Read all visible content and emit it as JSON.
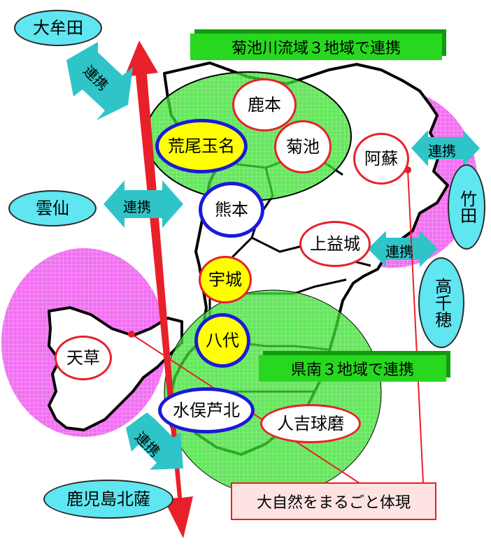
{
  "regions": {
    "omuta": "大牟田",
    "unzen": "雲仙",
    "takeda": "竹田",
    "takachiho": "高千穂",
    "kagoshima_hokusatsu": "鹿児島北薩",
    "kamoto": "鹿本",
    "kikuchi": "菊池",
    "aso": "阿蘇",
    "arao_tamana": "荒尾玉名",
    "kumamoto": "熊本",
    "kamimashiki": "上益城",
    "uki": "宇城",
    "yatsushiro": "八代",
    "amakusa": "天草",
    "minamata_ashikita": "水俣芦北",
    "hitoyoshi_kuma": "人吉球磨"
  },
  "labels": {
    "kikuchi_basin": "菊池川流域３地域で連携",
    "kennan": "県南３地域で連携",
    "nature": "大自然をまるごと体現",
    "renkei": "連携"
  },
  "colors": {
    "green_zone": "#33dd2a",
    "pink_zone": "#ee55ee",
    "red_axis": "#e8202a",
    "cyan_arrow": "#2fc4c8",
    "blue_border": "#1a1ad8",
    "yellow": "#ffff00"
  }
}
